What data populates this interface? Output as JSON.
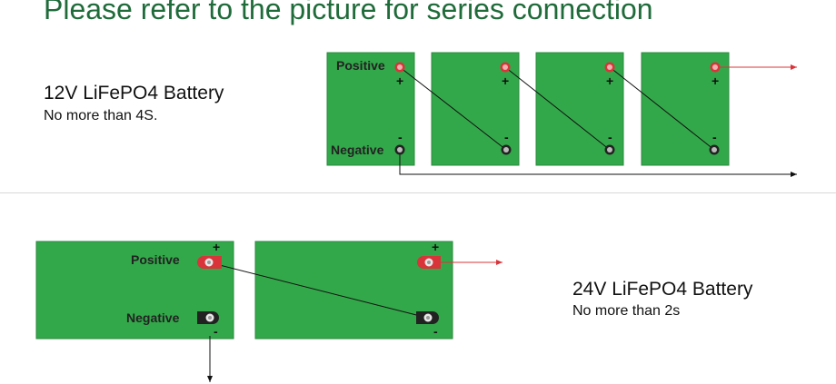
{
  "title": "Please refer to the picture for series connection",
  "section_12v": {
    "heading": "12V LiFePO4 Battery",
    "note": "No more than 4S.",
    "positive_label": "Positive",
    "negative_label": "Negative"
  },
  "section_24v": {
    "heading": "24V LiFePO4 Battery",
    "note": "No more than 2s",
    "positive_label": "Positive",
    "negative_label": "Negative"
  },
  "signs": {
    "plus": "+",
    "minus": "-"
  },
  "colors": {
    "battery_green": "#33a84a",
    "battery_border": "#2a8a3c",
    "title_green": "#1f6b3a",
    "positive_red": "#d9343a",
    "negative_dark": "#222222",
    "wire": "#111111",
    "output_red": "#d9343a"
  }
}
